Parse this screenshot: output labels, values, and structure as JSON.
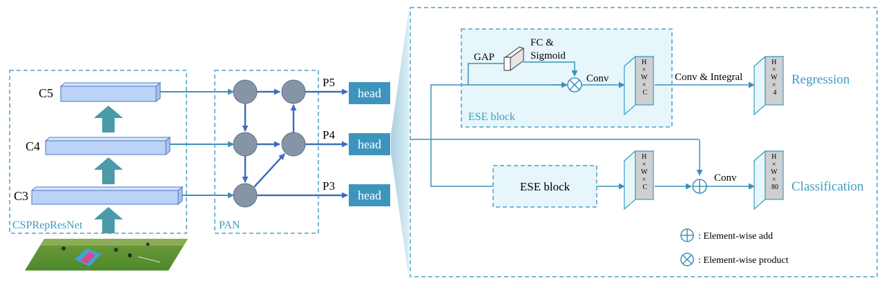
{
  "colors": {
    "frame": "#4a9fc6",
    "accent_text": "#3a9cc2",
    "bar_fill": "#bcd2f6",
    "bar_stroke": "#4a78c4",
    "up_arrow": "#4a9aa8",
    "node": "#8595a6",
    "pan_edge": "#3e6bc0",
    "head_fill": "#3d95bd",
    "line": "#3b8fb8",
    "ese_fill": "#e6f6fa",
    "feat_fill": "#cfcfcf"
  },
  "backbone": {
    "name": "CSPRepResNet",
    "levels": [
      {
        "label": "C5"
      },
      {
        "label": "C4"
      },
      {
        "label": "C3"
      }
    ],
    "input_image": "kite-field-photo"
  },
  "neck": {
    "name": "PAN",
    "outputs": [
      {
        "label": "P5",
        "head": "head"
      },
      {
        "label": "P4",
        "head": "head"
      },
      {
        "label": "P3",
        "head": "head"
      }
    ]
  },
  "head_detail": {
    "ese_top": {
      "caption": "ESE block",
      "gap": "GAP",
      "fc_line1": "FC &",
      "fc_line2": "Sigmoid",
      "conv": "Conv"
    },
    "regression": {
      "feat_text": [
        "H",
        "×",
        "W",
        "×",
        "C"
      ],
      "op": "Conv & Integral",
      "out_text": [
        "H",
        "×",
        "W",
        "×",
        "4"
      ],
      "title": "Regression"
    },
    "classification": {
      "ese_label": "ESE block",
      "feat_text": [
        "H",
        "×",
        "W",
        "×",
        "C"
      ],
      "op": "Conv",
      "out_text": [
        "H",
        "×",
        "W",
        "×",
        "80"
      ],
      "title": "Classification"
    },
    "legend": [
      {
        "symbol": "circle-plus",
        "text": ": Element-wise add"
      },
      {
        "symbol": "circle-times",
        "text": ": Element-wise product"
      }
    ]
  }
}
